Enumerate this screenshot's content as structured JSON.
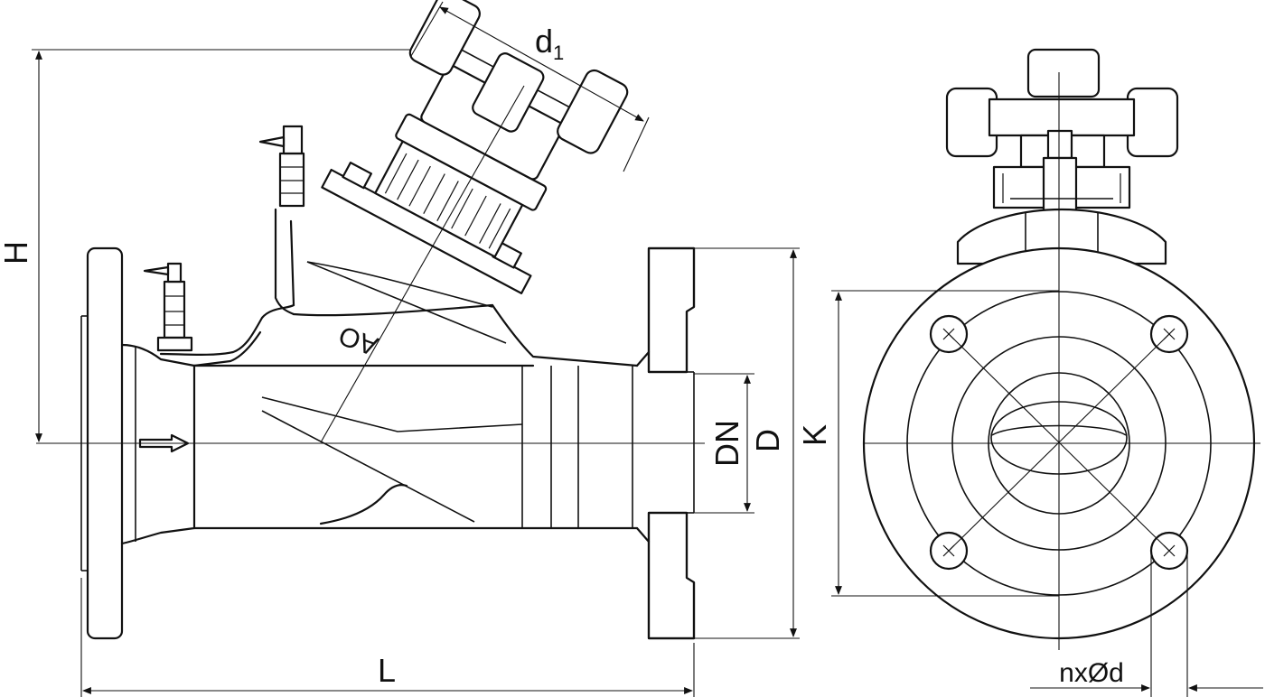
{
  "labels": {
    "H": "H",
    "L": "L",
    "d1_main": "d",
    "d1_sub": "1",
    "DN": "DN",
    "D": "D",
    "K": "K",
    "nxOd": "nxØd",
    "body_mark": "AO"
  }
}
